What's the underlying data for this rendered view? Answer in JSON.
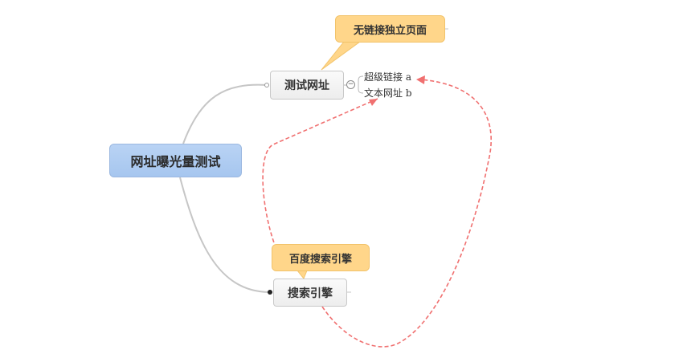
{
  "root": {
    "label": "网址曝光量测试"
  },
  "topics": [
    {
      "label": "测试网址",
      "callout": "无链接独立页面",
      "children": [
        {
          "label": "超级链接 a"
        },
        {
          "label": "文本网址 b"
        }
      ]
    },
    {
      "label": "搜索引擎",
      "callout": "百度搜索引擎"
    }
  ],
  "collapse_symbol": "−",
  "colors": {
    "root_fill": "#a6c6ef",
    "callout_fill": "#ffd68a",
    "relationship": "#f07070",
    "branch": "#c6c6c6"
  }
}
